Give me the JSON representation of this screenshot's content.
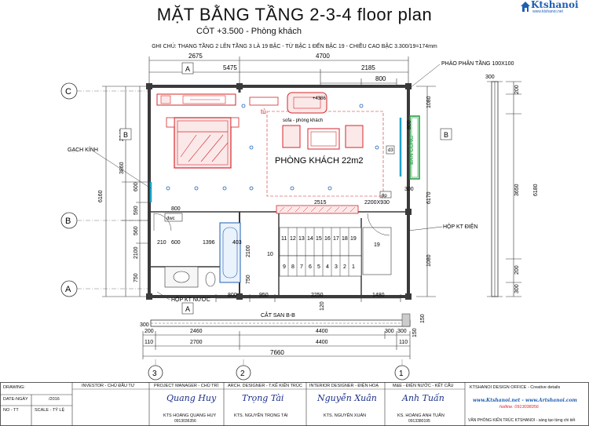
{
  "header": {
    "title": "MẶT BẰNG TẦNG 2-3-4  floor plan",
    "subtitle": "CÔT +3.500 - Phòng khách",
    "note": "GHI CHÚ: THANG TẦNG 2 LÊN TẦNG 3 LÀ 19 BẬC - TỪ BẬC 1 ĐẾN BẬC 19 - CHIỀU CAO BẬC 3.300/19=174mm"
  },
  "logo": {
    "name": "Ktshanoi",
    "url": "www.ktshanoi.net"
  },
  "top_dims": {
    "row1": [
      "2675",
      "4700"
    ],
    "row2": [
      "5475",
      "2185"
    ],
    "row3": [
      "800"
    ]
  },
  "right_dims": {
    "outer": "6180",
    "parts": [
      "300",
      "200",
      "3650",
      "200",
      "300"
    ],
    "inner": [
      "1080",
      "800",
      "300",
      "6170",
      "1080"
    ]
  },
  "left_dims": {
    "outer": "6160",
    "parts": [
      "2640",
      "3860",
      "600",
      "590",
      "560",
      "2100",
      "750"
    ]
  },
  "bottom_dims": {
    "row1": [
      "800",
      "950",
      "2250",
      "1480"
    ],
    "sec_title": "CẮT SAN B-B",
    "row2": [
      "200",
      "2460",
      "4400",
      "300",
      "300"
    ],
    "row3": [
      "110",
      "2700",
      "4400",
      "110"
    ],
    "total": "7660",
    "small": [
      "300",
      "120",
      "150",
      "150"
    ]
  },
  "grid": {
    "rows": [
      "C",
      "B",
      "A"
    ],
    "cols": [
      "3",
      "2",
      "1"
    ],
    "section": [
      "B",
      "B",
      "A",
      "A"
    ]
  },
  "rooms": {
    "living": "PHÒNG KHÁCH 22m2",
    "sofa": "sofa - phòng khách",
    "cabinet": "tủ",
    "level": "+4386",
    "wc": "dwc",
    "tv": "d3"
  },
  "labels": {
    "gach_kinh": "GẠCH KÍNH",
    "phao": "PHÀO PHÂN TẦNG 100X100",
    "ban_cong": "BAN CÔNG",
    "hop_dien": "HỘP KT  ĐIỆN",
    "hop_nuoc": "HỘP KT  NƯỚC",
    "door": "2200X930",
    "d2515": "2515",
    "d800": "800",
    "d210": "210",
    "d600": "600",
    "d1396": "1396",
    "d403": "403",
    "pp": "pp"
  },
  "stairs": {
    "top": [
      "11",
      "12",
      "13",
      "14",
      "15",
      "16",
      "17",
      "18",
      "19"
    ],
    "bottom": [
      "9",
      "8",
      "7",
      "6",
      "5",
      "4",
      "3",
      "2",
      "1"
    ],
    "side": [
      "10",
      "19"
    ]
  },
  "titleblock": {
    "drawing": "DRAWING:",
    "date": "DATE-NGÀY",
    "date_value": "/2016",
    "no": "NO - TT",
    "scale": "SCALE - TỶ LỆ",
    "cols": [
      {
        "head": "INVESTOR - CHỦ ĐẦU TƯ",
        "sig": "",
        "name": "",
        "phone": ""
      },
      {
        "head": "PROJECT MANAGER - CHỦ TRÌ",
        "sig": "Quang Huy",
        "name": "KTS HOÀNG QUANG HUY",
        "phone": "0913036356"
      },
      {
        "head": "ARCH. DESIGNER - T.KẾ KIẾN TRÚC",
        "sig": "Trọng Tài",
        "name": "KTS. NGUYỄN TRỌNG TÀI",
        "phone": ""
      },
      {
        "head": "INTERIOR DESIGNER - ĐIỆN HOẠ",
        "sig": "Nguyễn Xuân",
        "name": "KTS. NGUYỄN XUÂN",
        "phone": ""
      },
      {
        "head": "M&E - ĐIỆN NƯỚC - KẾT CẤU",
        "sig": "Anh Tuấn",
        "name": "KS. HOÀNG ANH TUẤN",
        "phone": "0913380195"
      }
    ],
    "office": "KTSHANOI  DESIGN OFFICE - Creative details",
    "office_web": "www.Ktshanoi.net - www.Artshanoi.com",
    "hotline": "hotline: 0913038356",
    "footer": "VĂN PHÒNG KIẾN TRÚC KTSHANOI  - sáng tạo từng chi tiết"
  },
  "colors": {
    "red": "#d6262b",
    "blue": "#1f5fb3",
    "cyan": "#1aa3c9",
    "green": "#1c9a3c",
    "wall": "#3a3a3a"
  }
}
